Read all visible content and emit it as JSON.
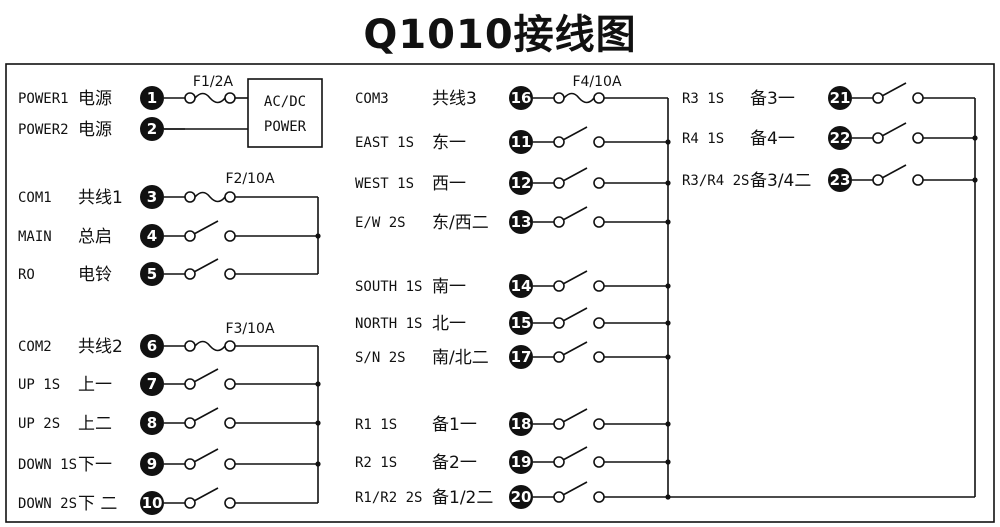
{
  "title": "Q1010接线图",
  "power_box": {
    "line1": "AC/DC",
    "line2": "POWER"
  },
  "fuses": {
    "f1": "F1/2A",
    "f2": "F2/10A",
    "f3": "F3/10A",
    "f4": "F4/10A"
  },
  "col1": [
    {
      "label": "POWER1",
      "cn": "电源",
      "num": "1",
      "kind": "fuse"
    },
    {
      "label": "POWER2",
      "cn": "电源",
      "num": "2",
      "kind": "wire"
    },
    {
      "label": "COM1",
      "cn": "共线1",
      "num": "3",
      "kind": "fuse"
    },
    {
      "label": "MAIN",
      "cn": "总启",
      "num": "4",
      "kind": "switch"
    },
    {
      "label": "RO",
      "cn": "电铃",
      "num": "5",
      "kind": "switch"
    },
    {
      "label": "COM2",
      "cn": "共线2",
      "num": "6",
      "kind": "fuse"
    },
    {
      "label": "UP 1S",
      "cn": "上一",
      "num": "7",
      "kind": "switch"
    },
    {
      "label": "UP 2S",
      "cn": "上二",
      "num": "8",
      "kind": "switch"
    },
    {
      "label": "DOWN 1S",
      "cn": "下一",
      "num": "9",
      "kind": "switch"
    },
    {
      "label": "DOWN 2S",
      "cn": "下 二",
      "num": "10",
      "kind": "switch"
    }
  ],
  "col2": [
    {
      "label": "COM3",
      "cn": "共线3",
      "num": "16",
      "kind": "fuse"
    },
    {
      "label": "EAST 1S",
      "cn": "东一",
      "num": "11",
      "kind": "switch"
    },
    {
      "label": "WEST 1S",
      "cn": "西一",
      "num": "12",
      "kind": "switch"
    },
    {
      "label": "E/W 2S",
      "cn": "东/西二",
      "num": "13",
      "kind": "switch"
    },
    {
      "label": "SOUTH 1S",
      "cn": "南一",
      "num": "14",
      "kind": "switch"
    },
    {
      "label": "NORTH 1S",
      "cn": "北一",
      "num": "15",
      "kind": "switch"
    },
    {
      "label": "S/N 2S",
      "cn": "南/北二",
      "num": "17",
      "kind": "switch"
    },
    {
      "label": "R1 1S",
      "cn": "备1一",
      "num": "18",
      "kind": "switch"
    },
    {
      "label": "R2 1S",
      "cn": "备2一",
      "num": "19",
      "kind": "switch"
    },
    {
      "label": "R1/R2 2S",
      "cn": "备1/2二",
      "num": "20",
      "kind": "switch"
    }
  ],
  "col3": [
    {
      "label": "R3 1S",
      "cn": "备3一",
      "num": "21",
      "kind": "switch"
    },
    {
      "label": "R4 1S",
      "cn": "备4一",
      "num": "22",
      "kind": "switch"
    },
    {
      "label": "R3/R4 2S",
      "cn": "备3/4二",
      "num": "23",
      "kind": "switch"
    }
  ]
}
